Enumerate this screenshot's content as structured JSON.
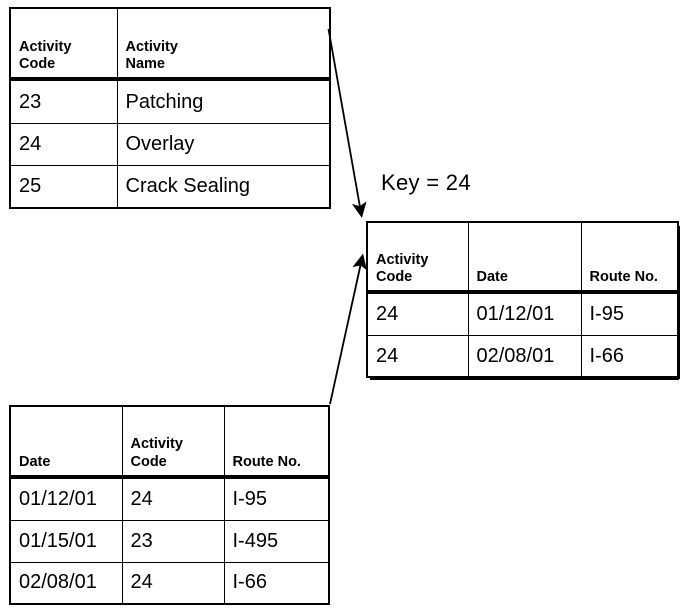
{
  "diagram": {
    "key_label": "Key = 24",
    "arrows": [
      {
        "name": "arrow-activity-to-result",
        "from": "activity-table-row-24",
        "to": "key-result-table"
      },
      {
        "name": "arrow-maintenance-to-result",
        "from": "maintenance-table",
        "to": "key-result-table"
      }
    ]
  },
  "activity_table": {
    "headers": [
      "Activity\nCode",
      "Activity\nName"
    ],
    "header_lines": [
      [
        "Activity",
        "Code"
      ],
      [
        "Activity",
        "Name"
      ]
    ],
    "rows": [
      {
        "code": "23",
        "name": "Patching"
      },
      {
        "code": "24",
        "name": "Overlay"
      },
      {
        "code": "25",
        "name": "Crack Sealing"
      }
    ]
  },
  "key_result_table": {
    "header_lines": [
      [
        "Activity",
        "Code"
      ],
      [
        "Date"
      ],
      [
        "Route No."
      ]
    ],
    "rows": [
      {
        "code": "24",
        "date": "01/12/01",
        "route": "I-95"
      },
      {
        "code": "24",
        "date": "02/08/01",
        "route": "I-66"
      }
    ]
  },
  "maintenance_table": {
    "header_lines": [
      [
        "Date"
      ],
      [
        "Activity",
        "Code"
      ],
      [
        "Route No."
      ]
    ],
    "rows": [
      {
        "date": "01/12/01",
        "code": "24",
        "route": "I-95"
      },
      {
        "date": "01/15/01",
        "code": "23",
        "route": "I-495"
      },
      {
        "date": "02/08/01",
        "code": "24",
        "route": "I-66"
      }
    ]
  },
  "colors": {
    "ink": "#000000",
    "paper": "#ffffff"
  }
}
